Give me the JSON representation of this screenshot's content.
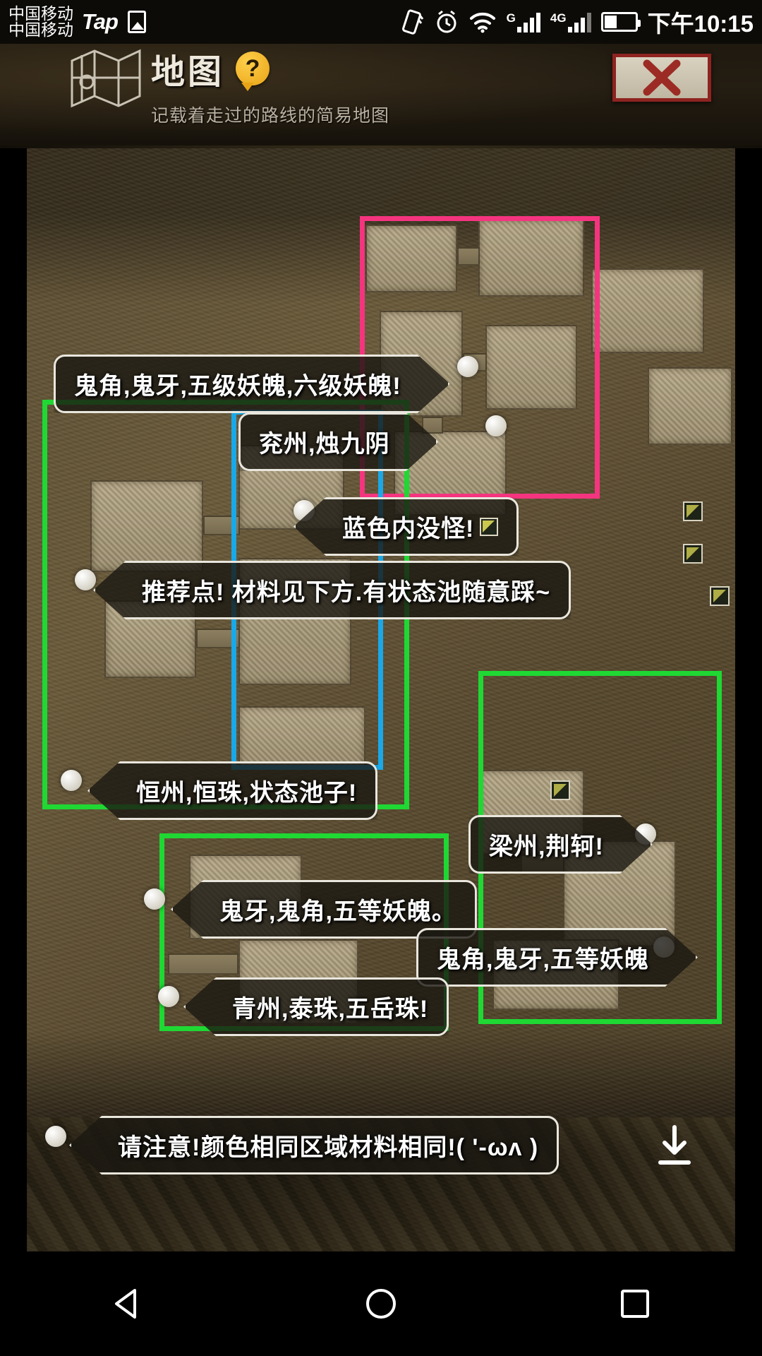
{
  "statusbar": {
    "carrier_line1": "中国移动",
    "carrier_line2": "中国移动",
    "app_badge": "Tap",
    "network_label_1": "G",
    "network_label_2": "4G",
    "time": "下午10:15",
    "icons": [
      "photo-icon",
      "vibrate-icon",
      "alarm-icon",
      "wifi-icon",
      "signal-g-icon",
      "signal-4g-icon",
      "battery-icon"
    ]
  },
  "header": {
    "title": "地图",
    "help": "?",
    "subtitle": "记载着走过的路线的简易地图",
    "close_label": "✕"
  },
  "regions": [
    {
      "name": "pink-region",
      "color": "#f5347f"
    },
    {
      "name": "green-region-west",
      "color": "#1fd833"
    },
    {
      "name": "blue-region",
      "color": "#19a8e8"
    },
    {
      "name": "green-region-east",
      "color": "#1fd833"
    },
    {
      "name": "green-region-south",
      "color": "#1fd833"
    }
  ],
  "annotations": [
    {
      "id": 0,
      "text": "鬼角,鬼牙,五级妖魄,六级妖魄!"
    },
    {
      "id": 1,
      "text": "兖州,烛九阴"
    },
    {
      "id": 2,
      "text": "蓝色内没怪!"
    },
    {
      "id": 3,
      "text": "推荐点! 材料见下方.有状态池随意踩~"
    },
    {
      "id": 4,
      "text": "恒州,恒珠,状态池子!"
    },
    {
      "id": 5,
      "text": "梁州,荆轲!"
    },
    {
      "id": 6,
      "text": "鬼牙,鬼角,五等妖魄。"
    },
    {
      "id": 7,
      "text": "鬼角,鬼牙,五等妖魄"
    },
    {
      "id": 8,
      "text": "青州,泰珠,五岳珠!"
    },
    {
      "id": 9,
      "text": "请注意!颜色相同区域材料相同!( '-ωʌ )"
    }
  ],
  "navbar": {
    "back": "◁",
    "home": "○",
    "recents": "□"
  }
}
